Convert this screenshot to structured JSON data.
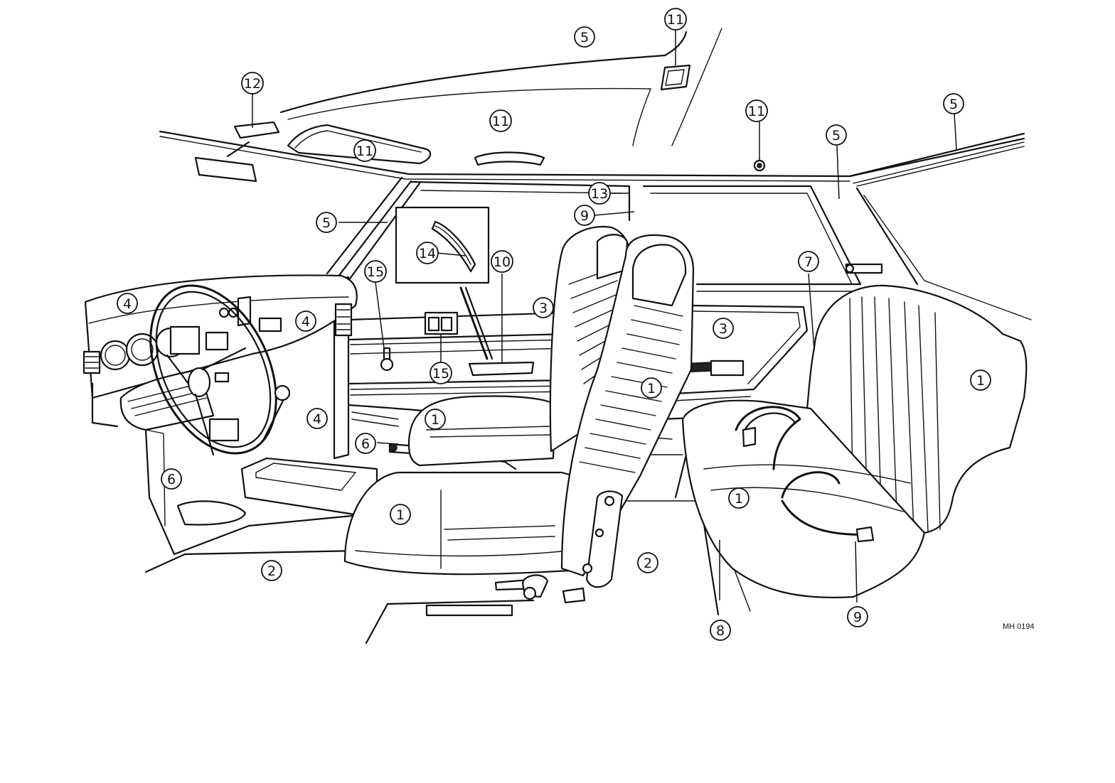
{
  "figure": {
    "code": "MH 0194"
  },
  "callouts": [
    {
      "id": "c5-top",
      "label": "5"
    },
    {
      "id": "c11-roof",
      "label": "11"
    },
    {
      "id": "c12",
      "label": "12"
    },
    {
      "id": "c11-visor",
      "label": "11"
    },
    {
      "id": "c11-handle",
      "label": "11"
    },
    {
      "id": "c11-lamp",
      "label": "11"
    },
    {
      "id": "c5-right",
      "label": "5"
    },
    {
      "id": "c5-pillar-r",
      "label": "5"
    },
    {
      "id": "c13",
      "label": "13"
    },
    {
      "id": "c9-upper",
      "label": "9"
    },
    {
      "id": "c5-pillar-l",
      "label": "5"
    },
    {
      "id": "c14",
      "label": "14"
    },
    {
      "id": "c10",
      "label": "10"
    },
    {
      "id": "c15-upper",
      "label": "15"
    },
    {
      "id": "c7",
      "label": "7"
    },
    {
      "id": "c4-dash",
      "label": "4"
    },
    {
      "id": "c3-front",
      "label": "3"
    },
    {
      "id": "c4-mid",
      "label": "4"
    },
    {
      "id": "c3-rear",
      "label": "3"
    },
    {
      "id": "c15-lower",
      "label": "15"
    },
    {
      "id": "c1-backrest",
      "label": "1"
    },
    {
      "id": "c1-rear-r",
      "label": "1"
    },
    {
      "id": "c1-front-cush",
      "label": "1"
    },
    {
      "id": "c4-low",
      "label": "4"
    },
    {
      "id": "c6-mid",
      "label": "6"
    },
    {
      "id": "c6-left",
      "label": "6"
    },
    {
      "id": "c1-driver",
      "label": "1"
    },
    {
      "id": "c1-rear-cush",
      "label": "1"
    },
    {
      "id": "c2-left",
      "label": "2"
    },
    {
      "id": "c2-mid",
      "label": "2"
    },
    {
      "id": "c9-lower",
      "label": "9"
    },
    {
      "id": "c8",
      "label": "8"
    }
  ]
}
